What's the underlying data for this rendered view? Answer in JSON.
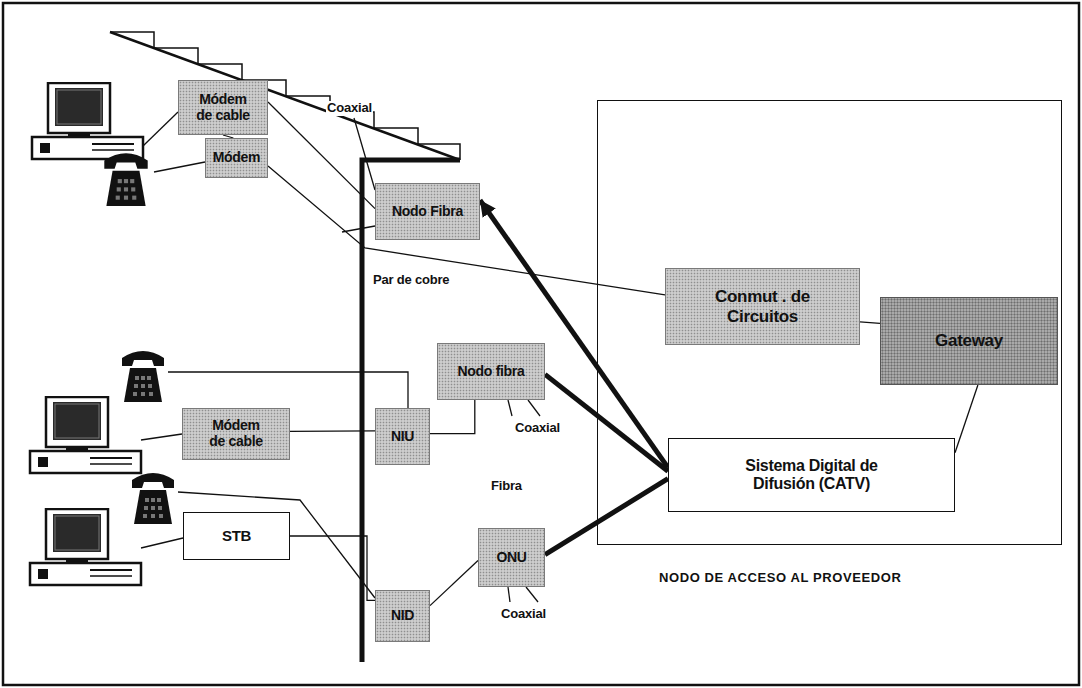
{
  "diagram": {
    "nodes": [
      {
        "text": [
          "Módem de cable"
        ]
      },
      {
        "text": [
          "Nodo Fibra"
        ]
      },
      {
        "text": [
          "Módem"
        ]
      },
      {
        "text": [
          "NODO DE ACCESO AL PROVEEDOR"
        ]
      },
      {
        "text": [
          "Conmut . de Circuitos"
        ],
        "in": 3
      },
      {
        "text": [
          "Gateway"
        ],
        "in": 3
      },
      {
        "text": [
          "Nodo fibra"
        ]
      },
      {
        "text": [
          "Módem de cable"
        ]
      },
      {
        "text": [
          "NIU"
        ]
      },
      {
        "text": [
          "Sistema Digital de Difusión (CATV)"
        ],
        "in": 3
      },
      {
        "text": [
          "STB"
        ]
      },
      {
        "text": [
          "NID"
        ]
      },
      {
        "text": [
          "ONU"
        ]
      }
    ],
    "edges": [
      {
        "from": 0,
        "to": 1,
        "arrow": "none"
      },
      {
        "from": 0,
        "to": 2,
        "arrow": "none"
      },
      {
        "from": 2,
        "to": 4,
        "arrow": "none"
      },
      {
        "from": 9,
        "to": 1,
        "arrow": "to"
      },
      {
        "from": 6,
        "to": 9,
        "arrow": "none"
      },
      {
        "from": 12,
        "to": 9,
        "arrow": "none"
      },
      {
        "from": 4,
        "to": 5,
        "arrow": "none"
      },
      {
        "from": 5,
        "to": 9,
        "arrow": "none"
      },
      {
        "from": 7,
        "to": 8,
        "arrow": "none"
      },
      {
        "from": 8,
        "to": 6,
        "arrow": "none"
      },
      {
        "from": 10,
        "to": 11,
        "arrow": "none"
      },
      {
        "from": 11,
        "to": 12,
        "arrow": "none"
      }
    ],
    "labels": [
      "Coaxial",
      "Par de cobre",
      "Coaxial",
      "Fibra",
      "Coaxial"
    ]
  }
}
